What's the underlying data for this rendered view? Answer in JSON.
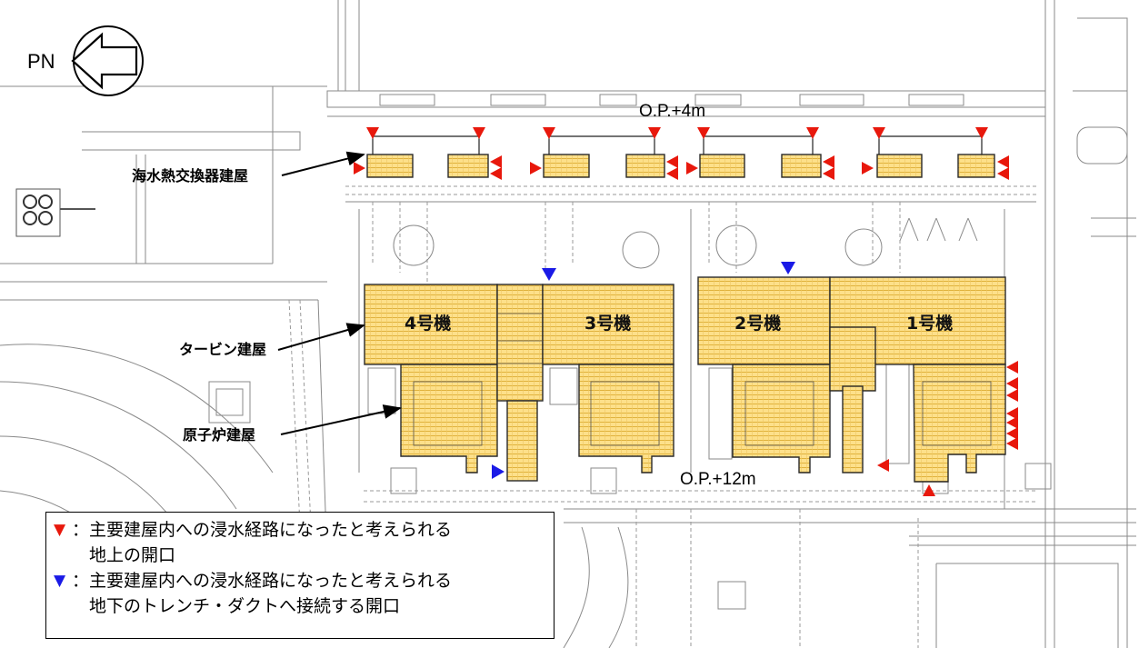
{
  "map": {
    "north_label": "PN",
    "sea_level_label": "O.P.+4m",
    "site_level_label": "O.P.+12m",
    "units": [
      {
        "id": "4",
        "label": "4号機"
      },
      {
        "id": "3",
        "label": "3号機"
      },
      {
        "id": "2",
        "label": "2号機"
      },
      {
        "id": "1",
        "label": "1号機"
      }
    ],
    "callouts": {
      "seawater_hx_building": "海水熱交換器建屋",
      "turbine_building": "タービン建屋",
      "reactor_building": "原子炉建屋"
    }
  },
  "legend": {
    "items": [
      {
        "symbol": "▼",
        "color": "#e8180c",
        "separator": "：",
        "line1": "主要建屋内への浸水経路になったと考えられる",
        "line2": "地上の開口"
      },
      {
        "symbol": "▼",
        "color": "#1a1ae6",
        "separator": "：",
        "line1": "主要建屋内への浸水経路になったと考えられる",
        "line2": "地下のトレンチ・ダクトへ接続する開口"
      }
    ]
  },
  "colors": {
    "building_fill": "#fde08a",
    "hatch_line": "#e0b23c",
    "opening_ground": "#e8180c",
    "opening_underground": "#1a1ae6"
  },
  "icons": [
    "north-arrow-icon",
    "tank-icon"
  ]
}
